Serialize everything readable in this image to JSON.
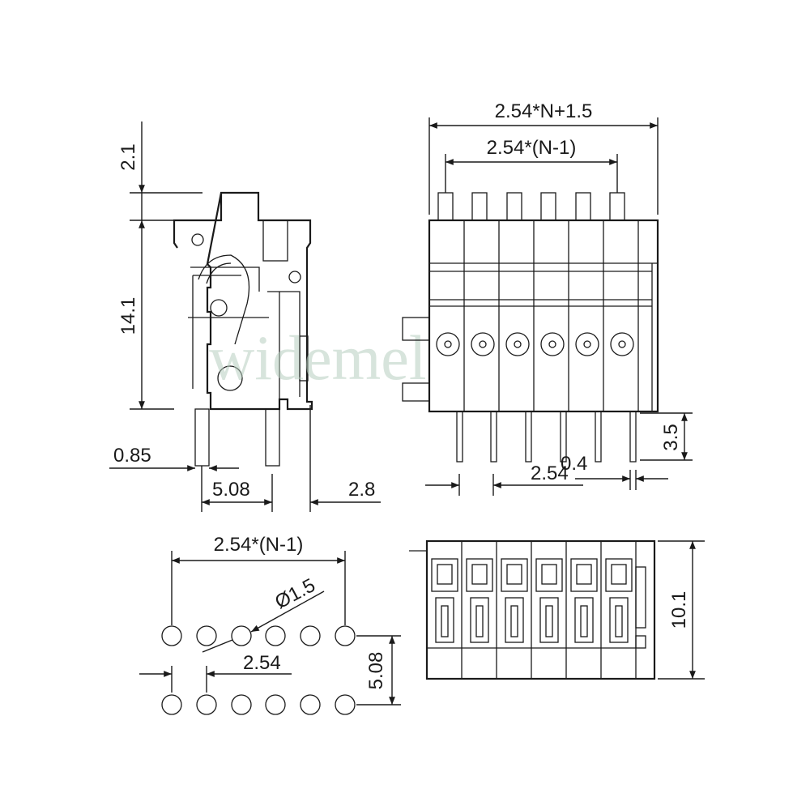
{
  "watermark": "widemele",
  "side_view": {
    "dim_top_gap": "2.1",
    "dim_height": "14.1",
    "dim_pin_width": "0.85",
    "dim_pin_spacing": "5.08",
    "dim_offset": "2.8"
  },
  "front_view": {
    "dim_overall_width": "2.54*N+1.5",
    "dim_pitch_span": "2.54*(N-1)",
    "dim_pin_length": "3.5",
    "dim_pitch": "2.54",
    "dim_pin_thickness": "0.4"
  },
  "pcb_layout": {
    "dim_span": "2.54*(N-1)",
    "dim_hole_diameter": "Ø1.5",
    "dim_pitch": "2.54",
    "dim_row_spacing": "5.08"
  },
  "top_view": {
    "dim_depth": "10.1"
  }
}
